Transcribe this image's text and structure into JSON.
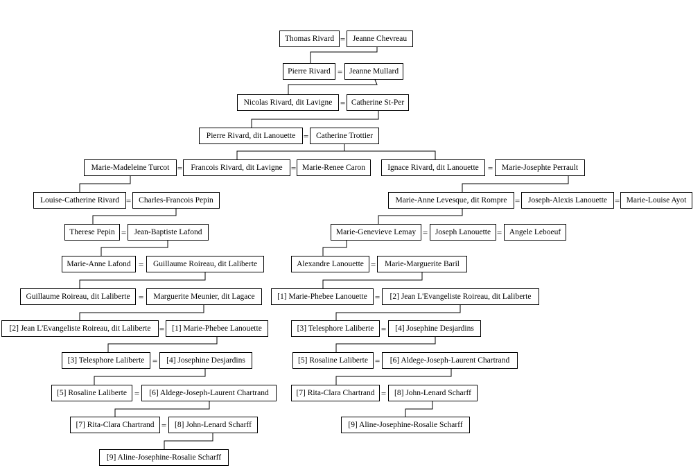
{
  "people": {
    "thomas_rivard": "Thomas Rivard",
    "jeanne_chevreau": "Jeanne Chevreau",
    "pierre_rivard": "Pierre Rivard",
    "jeanne_mullard": "Jeanne Mullard",
    "nicolas_rivard": "Nicolas Rivard, dit Lavigne",
    "catherine_stper": "Catherine St-Per",
    "pierre_rivard_lanouette": "Pierre Rivard, dit Lanouette",
    "catherine_trottier": "Catherine Trottier",
    "marie_madeleine_turcot": "Marie-Madeleine Turcot",
    "francois_rivard": "Francois Rivard, dit Lavigne",
    "marie_renee_caron": "Marie-Renee Caron",
    "ignace_rivard": "Ignace Rivard, dit Lanouette",
    "marie_josephte_perrault": "Marie-Josephte Perrault",
    "louise_catherine_rivard": "Louise-Catherine Rivard",
    "charles_francois_pepin": "Charles-Francois Pepin",
    "marie_anne_levesque": "Marie-Anne Levesque, dit Rompre",
    "joseph_alexis_lanouette": "Joseph-Alexis Lanouette",
    "marie_louise_ayot": "Marie-Louise Ayot",
    "therese_pepin": "Therese Pepin",
    "jean_baptiste_lafond": "Jean-Baptiste Lafond",
    "marie_genevieve_lemay": "Marie-Genevieve Lemay",
    "joseph_lanouette": "Joseph Lanouette",
    "angele_leboeuf": "Angele Leboeuf",
    "marie_anne_lafond": "Marie-Anne Lafond",
    "guillaume_roireau_a": "Guillaume Roireau, dit Laliberte",
    "alexandre_lanouette": "Alexandre Lanouette",
    "marie_marguerite_baril": "Marie-Marguerite Baril",
    "guillaume_roireau_b": "Guillaume Roireau, dit Laliberte",
    "marguerite_meunier": "Marguerite Meunier, dit Lagace",
    "r_marie_phebee": "[1] Marie-Phebee Lanouette",
    "r_jean_levangeliste": "[2] Jean L'Evangeliste Roireau, dit Laliberte",
    "l_jean_levangeliste": "[2] Jean L'Evangeliste Roireau, dit Laliberte",
    "l_marie_phebee": "[1] Marie-Phebee Lanouette",
    "r_telesphore": "[3] Telesphore Laliberte",
    "r_josephine": "[4] Josephine Desjardins",
    "l_telesphore": "[3] Telesphore Laliberte",
    "l_josephine": "[4] Josephine Desjardins",
    "r_rosaline": "[5] Rosaline Laliberte",
    "r_aldege": "[6] Aldege-Joseph-Laurent Chartrand",
    "l_rosaline": "[5] Rosaline Laliberte",
    "l_aldege": "[6] Aldege-Joseph-Laurent Chartrand",
    "r_rita": "[7] Rita-Clara Chartrand",
    "r_john": "[8] John-Lenard Scharff",
    "l_rita": "[7] Rita-Clara Chartrand",
    "l_john": "[8] John-Lenard Scharff",
    "r_aline": "[9] Aline-Josephine-Rosalie Scharff",
    "l_aline": "[9] Aline-Josephine-Rosalie Scharff"
  },
  "marriage_symbol": "="
}
